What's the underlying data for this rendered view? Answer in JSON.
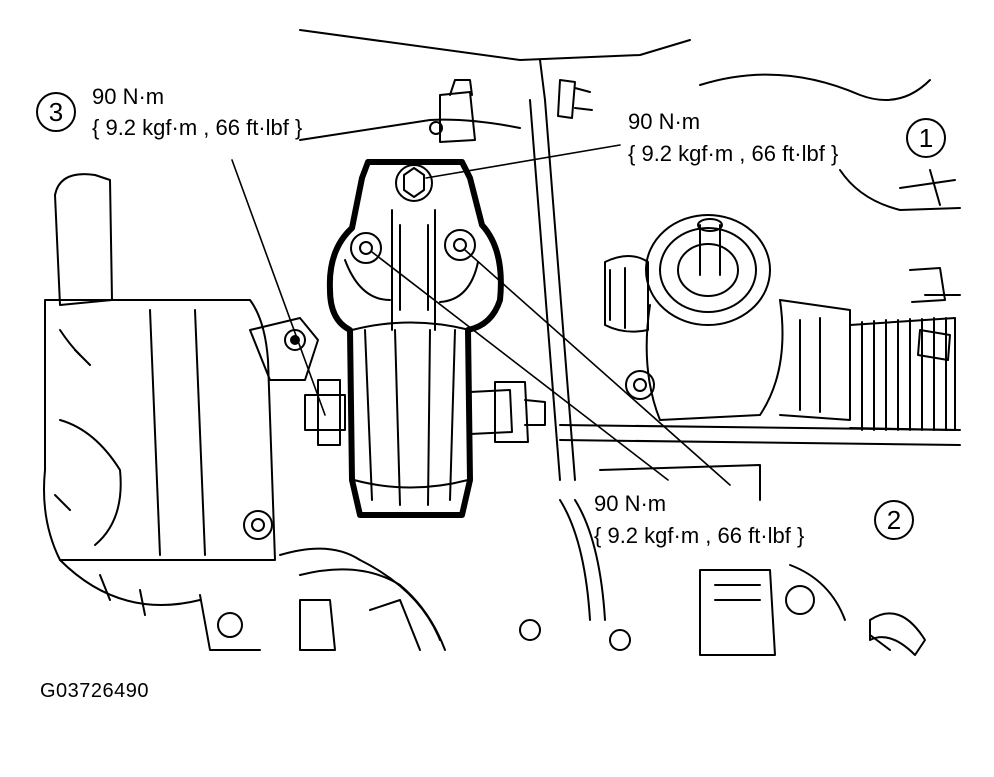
{
  "callouts": [
    {
      "number": "1",
      "torque": "90 N·m",
      "spec": "{ 9.2 kgf·m , 66 ft·lbf }"
    },
    {
      "number": "2",
      "torque": "90 N·m",
      "spec": "{ 9.2 kgf·m , 66 ft·lbf }"
    },
    {
      "number": "3",
      "torque": "90 N·m",
      "spec": "{ 9.2 kgf·m , 66 ft·lbf }"
    }
  ],
  "figure_code": "G03726490",
  "colors": {
    "ink": "#000000",
    "paper": "#ffffff"
  }
}
